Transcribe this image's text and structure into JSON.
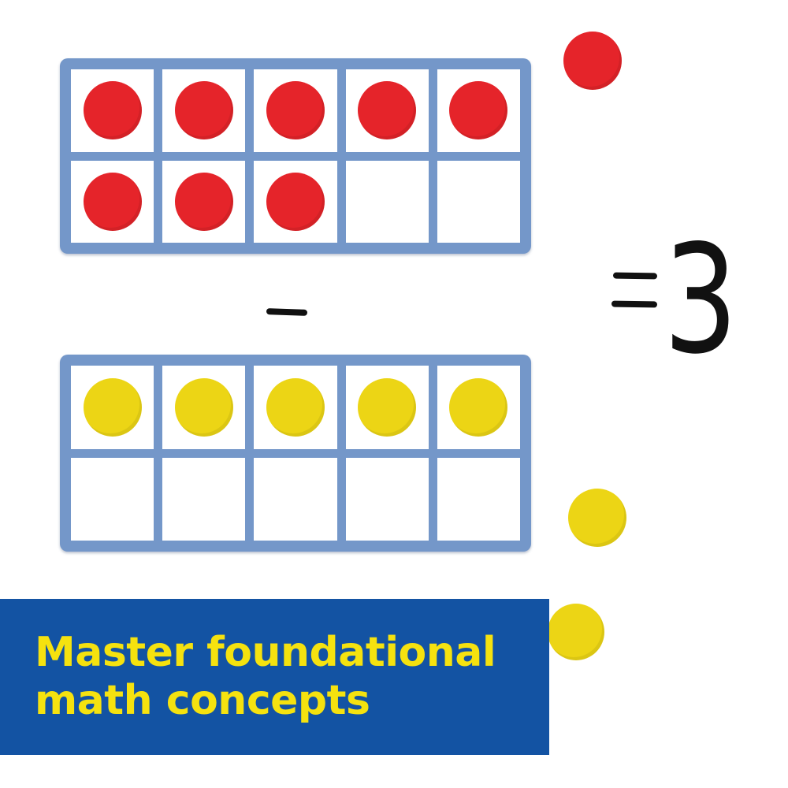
{
  "equation": {
    "operator": "-",
    "equals": "=",
    "result": "3"
  },
  "ten_frame_top": {
    "color": "red",
    "filled_count": 8,
    "total_cells": 10
  },
  "ten_frame_bottom": {
    "color": "yellow",
    "filled_count": 5,
    "total_cells": 10
  },
  "loose_counters": [
    "red",
    "yellow",
    "yellow"
  ],
  "colors": {
    "frame": "#7497c9",
    "red_counter": "#e5242a",
    "yellow_counter": "#ecd515",
    "banner_bg": "#1353a3",
    "banner_text": "#f5e20f"
  },
  "banner": {
    "line1": "Master foundational",
    "line2": "math concepts"
  }
}
